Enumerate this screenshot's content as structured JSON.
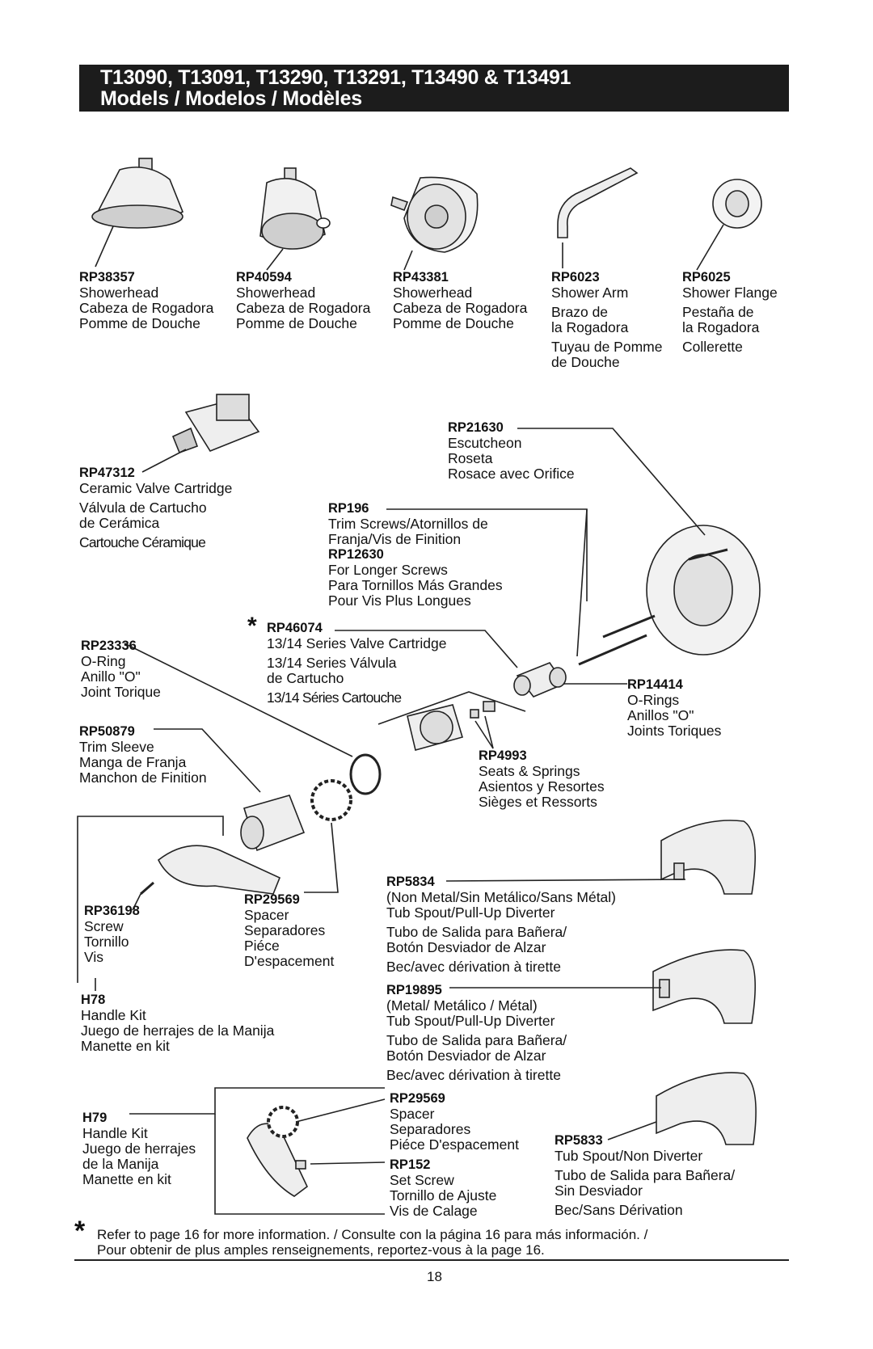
{
  "header": {
    "line1": "T13090, T13091, T13290, T13291, T13490 & T13491",
    "line2": "Models / Modelos / Modèles"
  },
  "parts": {
    "rp38357": {
      "code": "RP38357",
      "lines": [
        "Showerhead",
        "Cabeza de Rogadora",
        "Pomme de Douche"
      ]
    },
    "rp40594": {
      "code": "RP40594",
      "lines": [
        "Showerhead",
        "Cabeza de Rogadora",
        "Pomme de Douche"
      ]
    },
    "rp43381": {
      "code": "RP43381",
      "lines": [
        "Showerhead",
        "Cabeza de Rogadora",
        "Pomme de Douche"
      ]
    },
    "rp6023": {
      "code": "RP6023",
      "lines": [
        "Shower Arm",
        "Brazo de",
        "la Rogadora",
        "Tuyau de Pomme",
        "de Douche"
      ]
    },
    "rp6025": {
      "code": "RP6025",
      "lines": [
        "Shower Flange",
        "Pestaña de",
        "la Rogadora",
        "Collerette"
      ]
    },
    "rp21630": {
      "code": "RP21630",
      "lines": [
        "Escutcheon",
        "Roseta",
        "Rosace avec Orifice"
      ]
    },
    "rp47312": {
      "code": "RP47312",
      "lines": [
        "Ceramic Valve Cartridge",
        "Válvula de Cartucho",
        "de Cerámica",
        "Cartouche Céramique"
      ]
    },
    "rp196": {
      "code": "RP196",
      "lines": [
        "Trim Screws/Atornillos de",
        "Franja/Vis de Finition"
      ]
    },
    "rp12630": {
      "code": "RP12630",
      "lines": [
        "For Longer Screws",
        "Para Tornillos Más Grandes",
        "Pour Vis Plus Longues"
      ]
    },
    "rp46074": {
      "code": "RP46074",
      "lines": [
        "13/14 Series Valve Cartridge",
        "13/14 Series Válvula",
        "de Cartucho",
        "13/14 Séries Cartouche"
      ]
    },
    "rp23336": {
      "code": "RP23336",
      "lines": [
        "O-Ring",
        "Anillo \"O\"",
        "Joint Torique"
      ]
    },
    "rp14414": {
      "code": "RP14414",
      "lines": [
        "O-Rings",
        "Anillos \"O\"",
        "Joints Toriques"
      ]
    },
    "rp50879": {
      "code": "RP50879",
      "lines": [
        "Trim Sleeve",
        "Manga de Franja",
        "Manchon de Finition"
      ]
    },
    "rp4993": {
      "code": "RP4993",
      "lines": [
        "Seats & Springs",
        "Asientos y Resortes",
        "Sièges et Ressorts"
      ]
    },
    "rp36198": {
      "code": "RP36198",
      "lines": [
        "Screw",
        "Tornillo",
        "Vis"
      ]
    },
    "rp29569a": {
      "code": "RP29569",
      "lines": [
        "Spacer",
        "Separadores",
        "Piéce",
        "D'espacement"
      ]
    },
    "rp5834": {
      "code": "RP5834",
      "lines": [
        "(Non Metal/Sin Metálico/Sans Métal)",
        "Tub Spout/Pull-Up Diverter",
        "Tubo de Salida para Bañera/",
        "Botón Desviador de Alzar",
        "Bec/avec dérivation à tirette"
      ]
    },
    "h78": {
      "code": "H78",
      "lines": [
        "Handle Kit",
        "Juego de herrajes de la Manija",
        "Manette en kit"
      ]
    },
    "rp19895": {
      "code": "RP19895",
      "lines": [
        "(Metal/ Metálico / Métal)",
        "Tub Spout/Pull-Up Diverter",
        "Tubo de Salida para Bañera/",
        "Botón Desviador de Alzar",
        "Bec/avec dérivation à tirette"
      ]
    },
    "rp29569b": {
      "code": "RP29569",
      "lines": [
        "Spacer",
        "Separadores",
        "Piéce D'espacement"
      ]
    },
    "h79": {
      "code": "H79",
      "lines": [
        "Handle Kit",
        "Juego de herrajes",
        "de la Manija",
        "Manette en kit"
      ]
    },
    "rp5833": {
      "code": "RP5833",
      "lines": [
        "Tub Spout/Non Diverter",
        "Tubo de Salida para Bañera/",
        "Sin Desviador",
        "Bec/Sans Dérivation"
      ]
    },
    "rp152": {
      "code": "RP152",
      "lines": [
        "Set Screw",
        "Tornillo de Ajuste",
        "Vis de Calage"
      ]
    }
  },
  "footnote": {
    "symbol": "*",
    "line1": "Refer to page 16 for more information. / Consulte con la página 16 para más información. /",
    "line2": "Pour obtenir de plus amples renseignements, reportez-vous à la page 16."
  },
  "page_number": "18"
}
